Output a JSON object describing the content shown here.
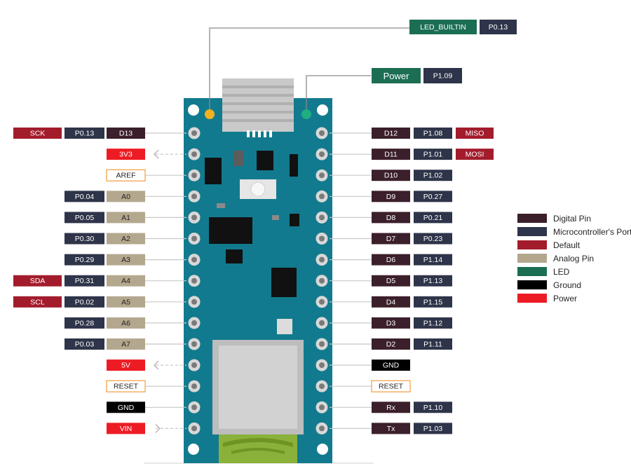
{
  "colors": {
    "digital": "#3b1f2b",
    "microcontroller": "#2e3449",
    "default": "#a31c2c",
    "analog": "#b3a88e",
    "led": "#1b6e54",
    "ground": "#000000",
    "power": "#ed1c24",
    "board": "#127a8e",
    "outline_orange": "#f39c3c"
  },
  "top_labels": {
    "led_builtin": {
      "name": "LED_BUILTIN",
      "port": "P0.13"
    },
    "power": {
      "name": "Power",
      "port": "P1.09"
    }
  },
  "left_pins": [
    {
      "fn": "SCK",
      "port": "P0.13",
      "pin": "D13",
      "pin_type": "digital"
    },
    {
      "pin": "3V3",
      "pin_type": "power",
      "arrow": true
    },
    {
      "pin": "AREF",
      "pin_type": "outline"
    },
    {
      "port": "P0.04",
      "pin": "A0",
      "pin_type": "analog"
    },
    {
      "port": "P0.05",
      "pin": "A1",
      "pin_type": "analog"
    },
    {
      "port": "P0.30",
      "pin": "A2",
      "pin_type": "analog"
    },
    {
      "port": "P0.29",
      "pin": "A3",
      "pin_type": "analog"
    },
    {
      "fn": "SDA",
      "port": "P0.31",
      "pin": "A4",
      "pin_type": "analog"
    },
    {
      "fn": "SCL",
      "port": "P0.02",
      "pin": "A5",
      "pin_type": "analog"
    },
    {
      "port": "P0.28",
      "pin": "A6",
      "pin_type": "analog"
    },
    {
      "port": "P0.03",
      "pin": "A7",
      "pin_type": "analog"
    },
    {
      "pin": "5V",
      "pin_type": "power",
      "arrow": true
    },
    {
      "pin": "RESET",
      "pin_type": "outline"
    },
    {
      "pin": "GND",
      "pin_type": "ground"
    },
    {
      "pin": "VIN",
      "pin_type": "power",
      "arrow": true
    }
  ],
  "right_pins": [
    {
      "pin": "D12",
      "port": "P1.08",
      "fn": "MISO"
    },
    {
      "pin": "D11",
      "port": "P1.01",
      "fn": "MOSI"
    },
    {
      "pin": "D10",
      "port": "P1.02"
    },
    {
      "pin": "D9",
      "port": "P0.27"
    },
    {
      "pin": "D8",
      "port": "P0.21"
    },
    {
      "pin": "D7",
      "port": "P0.23"
    },
    {
      "pin": "D6",
      "port": "P1.14"
    },
    {
      "pin": "D5",
      "port": "P1.13"
    },
    {
      "pin": "D4",
      "port": "P1.15"
    },
    {
      "pin": "D3",
      "port": "P1.12"
    },
    {
      "pin": "D2",
      "port": "P1.11"
    },
    {
      "pin": "GND",
      "pin_type": "ground"
    },
    {
      "pin": "RESET",
      "pin_type": "outline"
    },
    {
      "pin": "Rx",
      "port": "P1.10"
    },
    {
      "pin": "Tx",
      "port": "P1.03"
    }
  ],
  "legend": [
    {
      "label": "Digital Pin",
      "color": "#3b1f2b"
    },
    {
      "label": "Microcontroller's Port",
      "color": "#2e3449"
    },
    {
      "label": "Default",
      "color": "#a31c2c"
    },
    {
      "label": "Analog Pin",
      "color": "#b3a88e"
    },
    {
      "label": "LED",
      "color": "#1b6e54"
    },
    {
      "label": "Ground",
      "color": "#000000"
    },
    {
      "label": "Power",
      "color": "#ed1c24"
    }
  ]
}
